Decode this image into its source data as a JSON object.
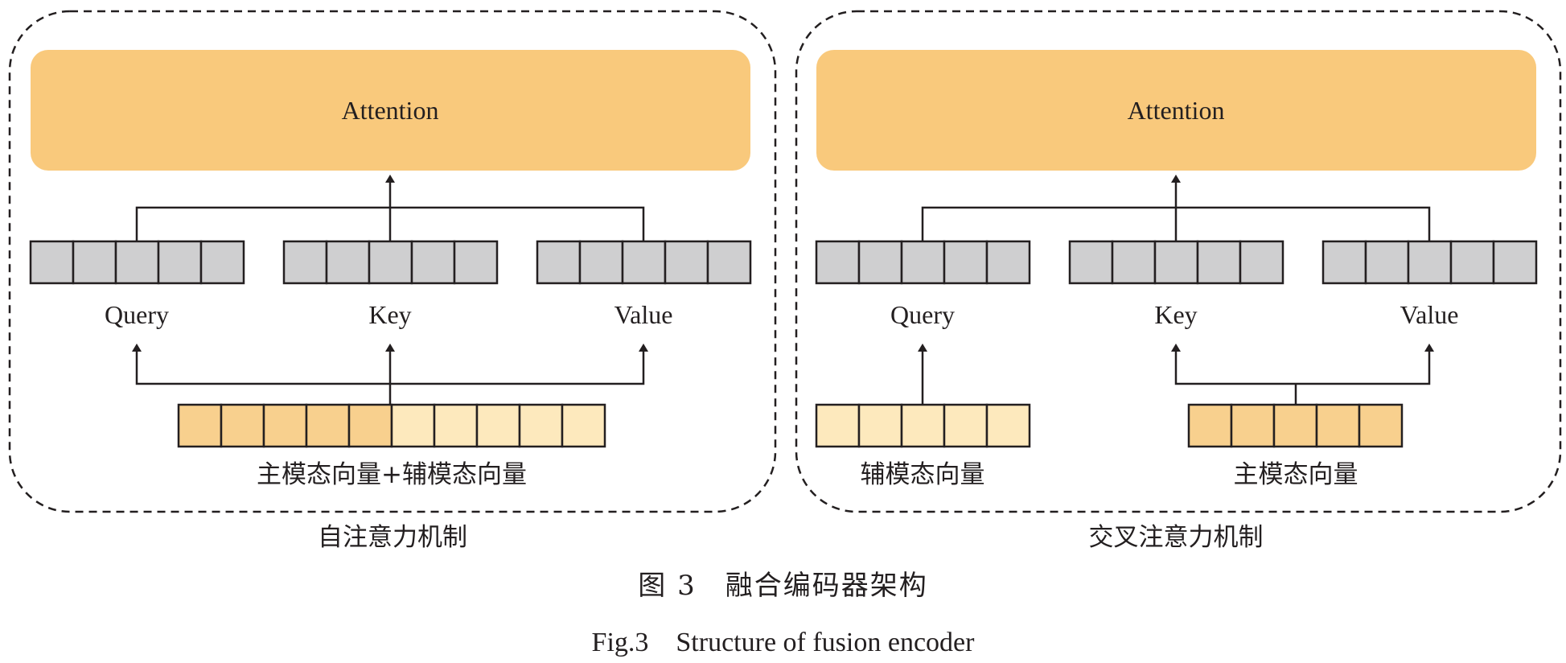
{
  "panels": [
    {
      "id": "self",
      "attention_label": "Attention",
      "query_label": "Query",
      "key_label": "Key",
      "value_label": "Value",
      "input_labels": [
        "主模态向量+辅模态向量"
      ],
      "title": "自注意力机制"
    },
    {
      "id": "cross",
      "attention_label": "Attention",
      "query_label": "Query",
      "key_label": "Key",
      "value_label": "Value",
      "input_labels": [
        "辅模态向量",
        "主模态向量"
      ],
      "title": "交叉注意力机制"
    }
  ],
  "caption": {
    "zh": "图 3　融合编码器架构",
    "en": "Fig.3　Structure of fusion encoder"
  },
  "colors": {
    "attention_fill": "#f9c97c",
    "vector_gray": "#cfcfd0",
    "primary_modality": "#f8d08e",
    "auxiliary_modality": "#fde9bd",
    "stroke": "#231f20"
  }
}
